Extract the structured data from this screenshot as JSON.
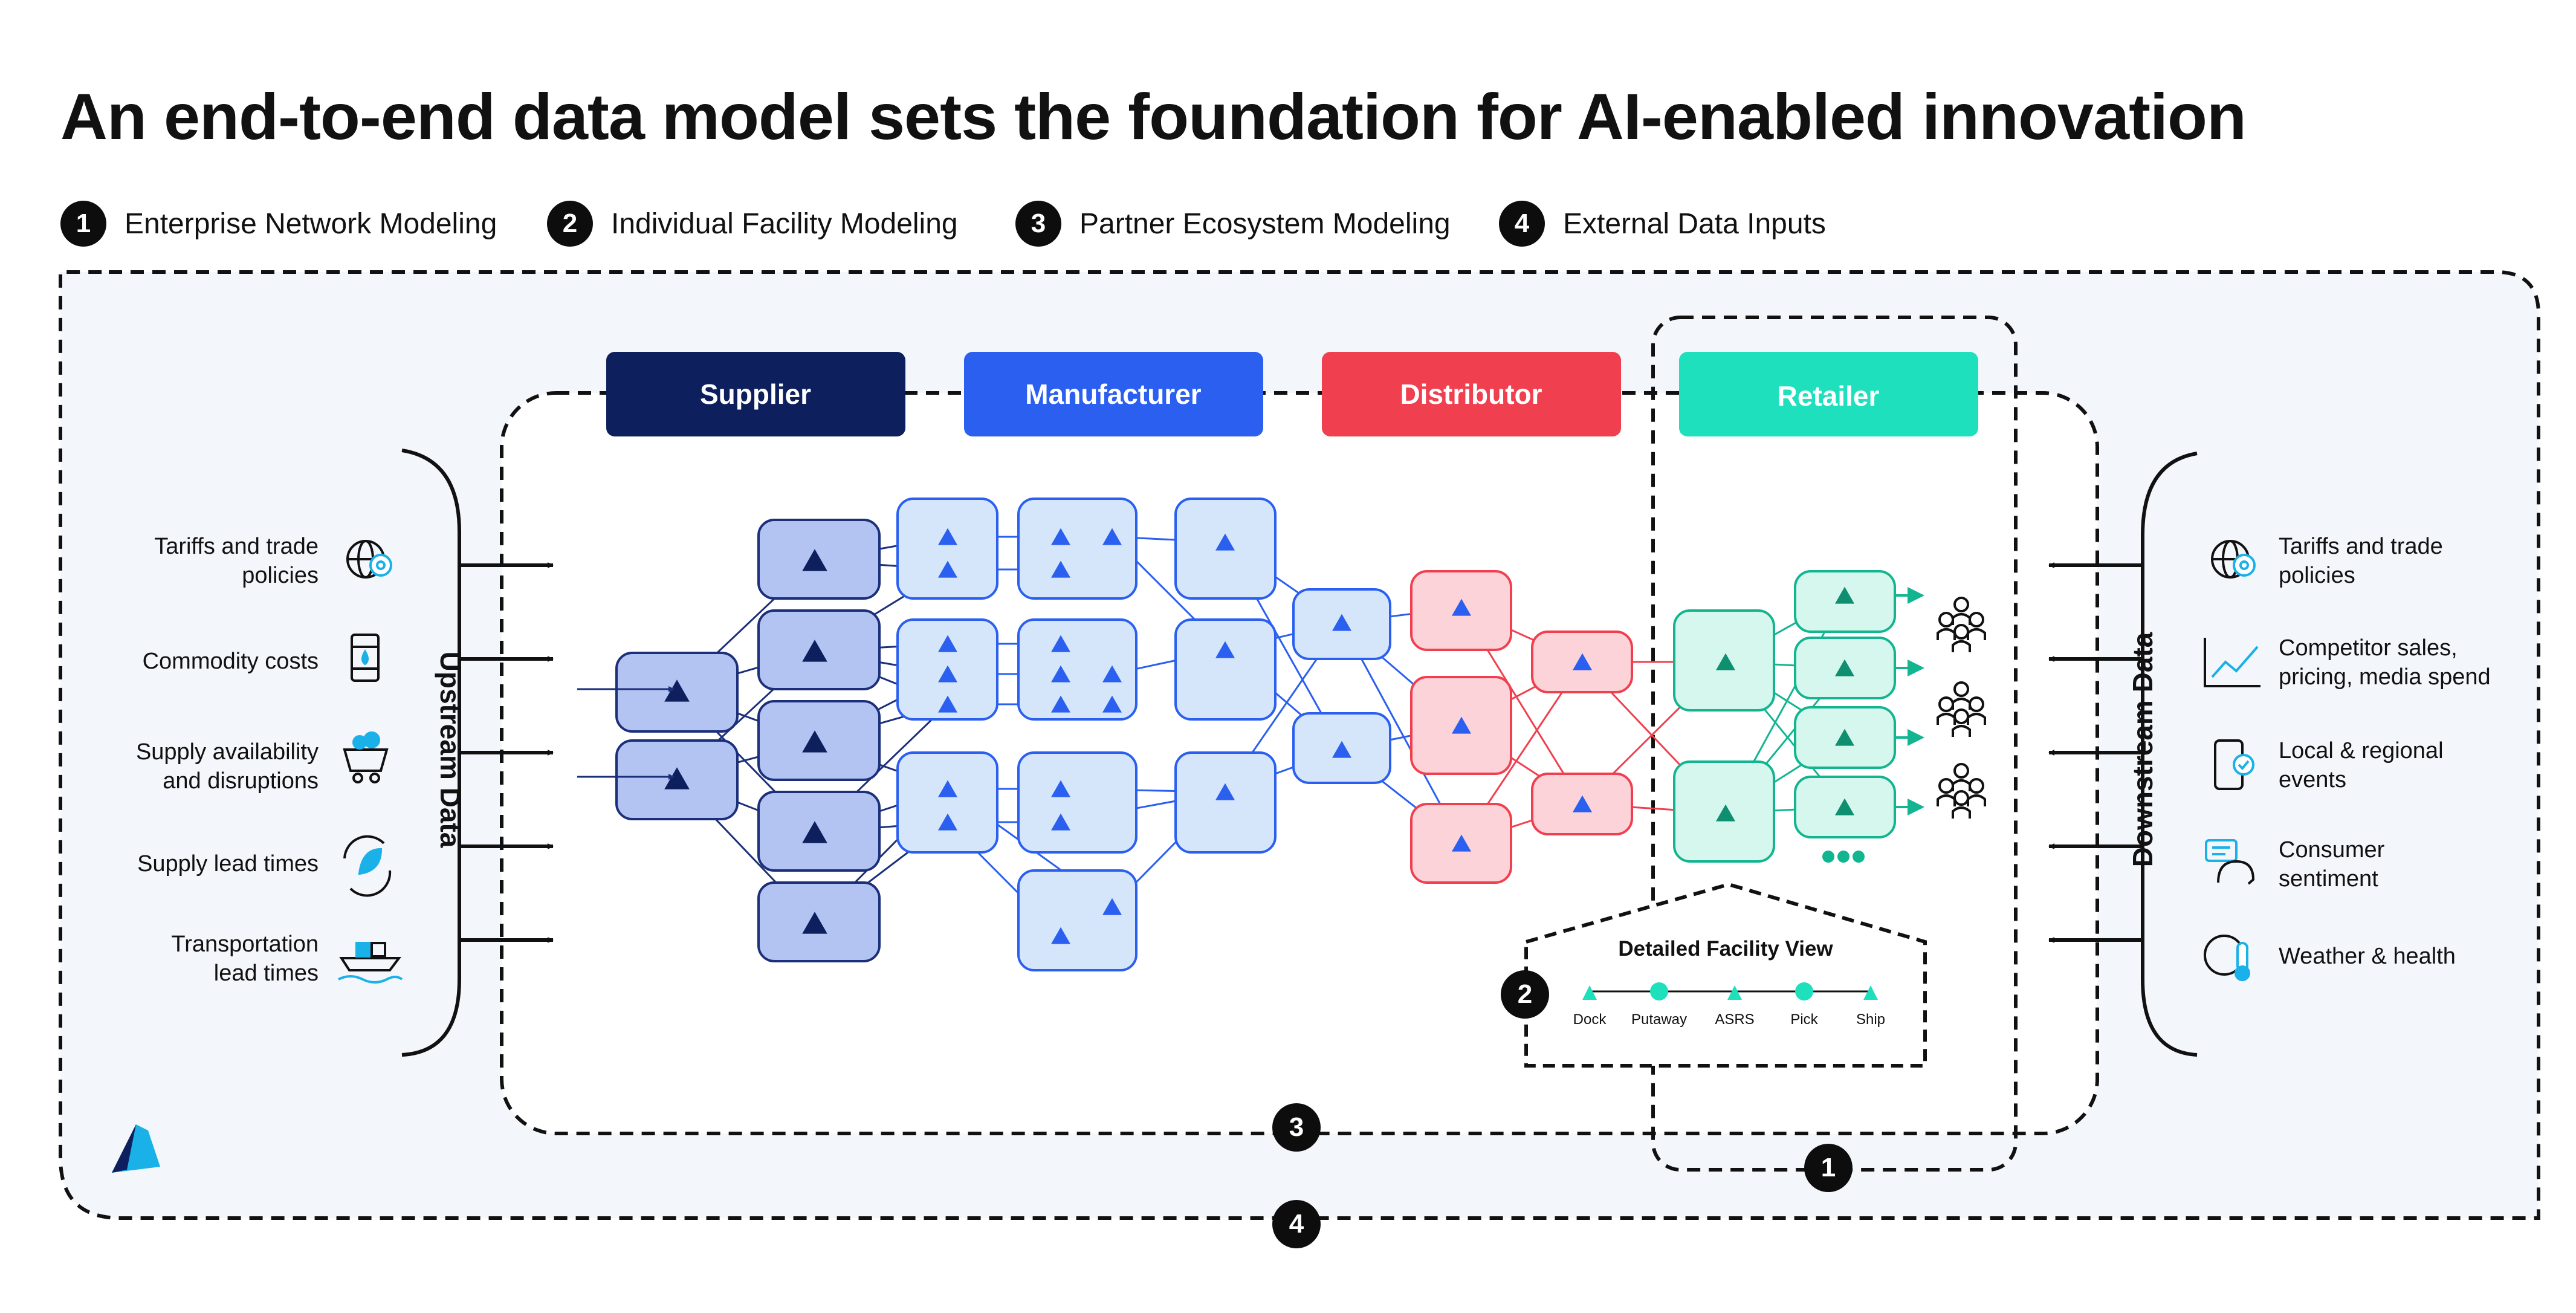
{
  "title": "An end-to-end data model sets the foundation for AI-enabled innovation",
  "legend": [
    {
      "number": "1",
      "label": "Enterprise Network Modeling"
    },
    {
      "number": "2",
      "label": "Individual Facility Modeling"
    },
    {
      "number": "3",
      "label": "Partner Ecosystem Modeling"
    },
    {
      "number": "4",
      "label": "External Data Inputs"
    }
  ],
  "stages": [
    {
      "label": "Supplier",
      "color": "#0d1f5c"
    },
    {
      "label": "Manufacturer",
      "color": "#2b5ff0"
    },
    {
      "label": "Distributor",
      "color": "#f0404f"
    },
    {
      "label": "Retailer",
      "color": "#1ee0bd"
    }
  ],
  "upstream": {
    "title": "Upstream Data",
    "items": [
      {
        "line1": "Tariffs and trade",
        "line2": "policies",
        "icon": "globe-gear-icon"
      },
      {
        "line1": "Commodity costs",
        "line2": "",
        "icon": "oil-barrel-icon"
      },
      {
        "line1": "Supply availability",
        "line2": "and disruptions",
        "icon": "mine-cart-icon"
      },
      {
        "line1": "Supply lead times",
        "line2": "",
        "icon": "leaf-cycle-icon"
      },
      {
        "line1": "Transportation",
        "line2": "lead times",
        "icon": "cargo-ship-icon"
      }
    ]
  },
  "downstream": {
    "title": "Downstream Data",
    "items": [
      {
        "line1": "Tariffs and trade",
        "line2": "policies",
        "icon": "globe-gear-icon"
      },
      {
        "line1": "Competitor sales,",
        "line2": "pricing, media spend",
        "icon": "line-chart-icon"
      },
      {
        "line1": "Local & regional",
        "line2": "events",
        "icon": "phone-check-icon"
      },
      {
        "line1": "Consumer",
        "line2": "sentiment",
        "icon": "sentiment-icon"
      },
      {
        "line1": "Weather & health",
        "line2": "",
        "icon": "weather-thermometer-icon"
      }
    ]
  },
  "facility_view": {
    "title": "Detailed Facility View",
    "badge": "2",
    "steps": [
      "Dock",
      "Putaway",
      "ASRS",
      "Pick",
      "Ship"
    ]
  },
  "badges": {
    "enterprise": "1",
    "partner": "3",
    "external": "4"
  },
  "ellipsis": "•••",
  "colors": {
    "supplier_fill": "#b3c3f2",
    "supplier_stroke": "#1c2f7a",
    "manufacturer_fill": "#d5e6fb",
    "manufacturer_stroke": "#2b5ff0",
    "distributor_fill": "#fbd3d8",
    "distributor_stroke": "#f0404f",
    "retailer_fill": "#d5f7ee",
    "retailer_stroke": "#12b590",
    "panel_background": "#f3f6fb"
  }
}
